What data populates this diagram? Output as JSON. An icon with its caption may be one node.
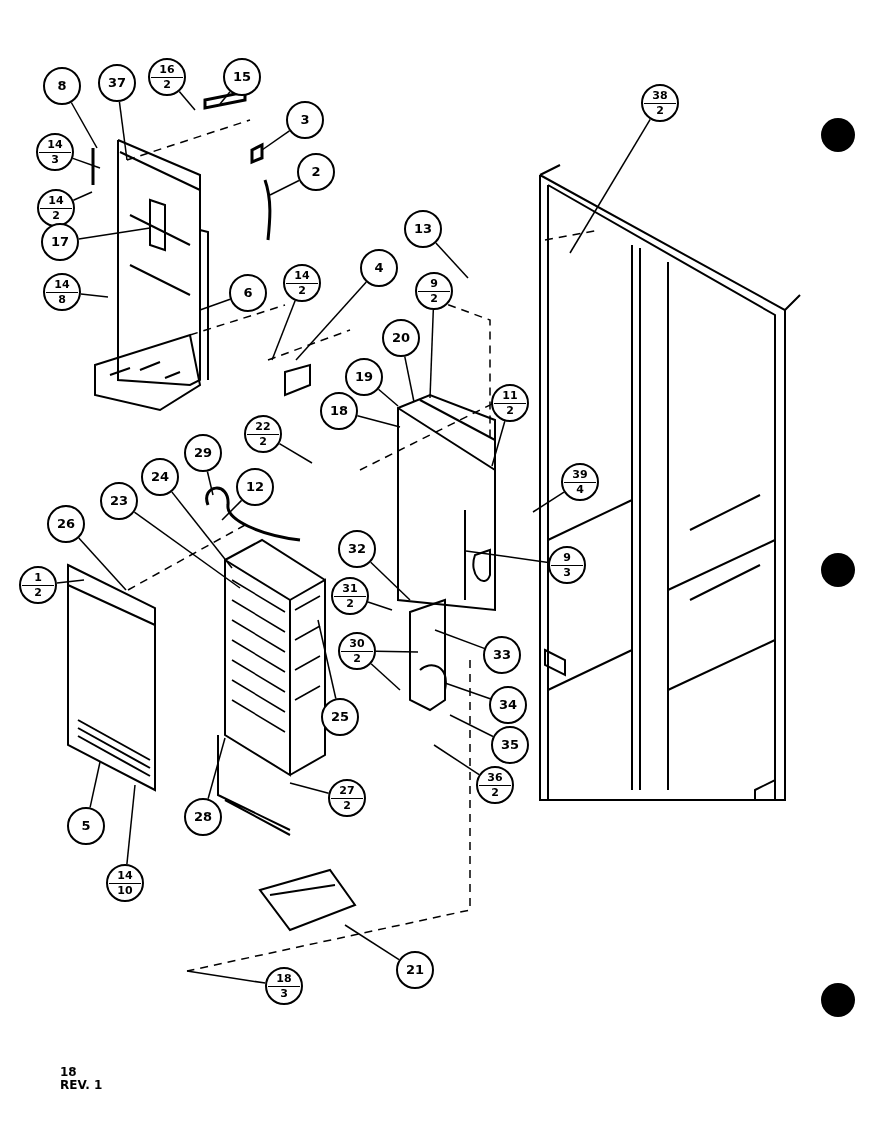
{
  "diagram": {
    "nodes": [
      {
        "text": [
          "8"
        ]
      },
      {
        "text": [
          "37"
        ]
      },
      {
        "text": [
          "16",
          "2"
        ]
      },
      {
        "text": [
          "15"
        ]
      },
      {
        "text": [
          "3"
        ]
      },
      {
        "text": [
          "14",
          "3"
        ]
      },
      {
        "text": [
          "2"
        ]
      },
      {
        "text": [
          "14",
          "2"
        ]
      },
      {
        "text": [
          "17"
        ]
      },
      {
        "text": [
          "14",
          "8"
        ]
      },
      {
        "text": [
          "6"
        ]
      },
      {
        "text": [
          "14",
          "2"
        ]
      },
      {
        "text": [
          "4"
        ]
      },
      {
        "text": [
          "22",
          "2"
        ]
      },
      {
        "text": [
          "38",
          "2"
        ]
      },
      {
        "text": [
          "13"
        ]
      },
      {
        "text": [
          "9",
          "2"
        ]
      },
      {
        "text": [
          "20"
        ]
      },
      {
        "text": [
          "19"
        ]
      },
      {
        "text": [
          "18"
        ]
      },
      {
        "text": [
          "11",
          "2"
        ]
      },
      {
        "text": [
          "39",
          "4"
        ]
      },
      {
        "text": [
          "29"
        ]
      },
      {
        "text": [
          "12"
        ]
      },
      {
        "text": [
          "24"
        ]
      },
      {
        "text": [
          "23"
        ]
      },
      {
        "text": [
          "26"
        ]
      },
      {
        "text": [
          "1",
          "2"
        ]
      },
      {
        "text": [
          "32"
        ]
      },
      {
        "text": [
          "31",
          "2"
        ]
      },
      {
        "text": [
          "9",
          "3"
        ]
      },
      {
        "text": [
          "33"
        ]
      },
      {
        "text": [
          "30",
          "2"
        ]
      },
      {
        "text": [
          "34"
        ]
      },
      {
        "text": [
          "35"
        ]
      },
      {
        "text": [
          "36",
          "2"
        ]
      },
      {
        "text": [
          "25"
        ]
      },
      {
        "text": [
          "27",
          "2"
        ]
      },
      {
        "text": [
          "28"
        ]
      },
      {
        "text": [
          "5"
        ]
      },
      {
        "text": [
          "14",
          "10"
        ]
      },
      {
        "text": [
          "21"
        ]
      },
      {
        "text": [
          "18",
          "3"
        ]
      }
    ],
    "edges": [
      {
        "from": 0,
        "to": null,
        "arrow": "none"
      },
      {
        "from": 1,
        "to": null,
        "arrow": "none"
      },
      {
        "from": 2,
        "to": null,
        "arrow": "none"
      },
      {
        "from": 3,
        "to": null,
        "arrow": "none"
      },
      {
        "from": 4,
        "to": null,
        "arrow": "none"
      },
      {
        "from": 5,
        "to": null,
        "arrow": "none"
      },
      {
        "from": 6,
        "to": null,
        "arrow": "none"
      },
      {
        "from": 7,
        "to": null,
        "arrow": "none"
      },
      {
        "from": 8,
        "to": null,
        "arrow": "none"
      },
      {
        "from": 9,
        "to": null,
        "arrow": "none"
      },
      {
        "from": 10,
        "to": null,
        "arrow": "none"
      },
      {
        "from": 11,
        "to": null,
        "arrow": "none"
      },
      {
        "from": 12,
        "to": null,
        "arrow": "none"
      },
      {
        "from": 13,
        "to": null,
        "arrow": "none"
      },
      {
        "from": 14,
        "to": null,
        "arrow": "none"
      },
      {
        "from": 15,
        "to": null,
        "arrow": "none"
      },
      {
        "from": 16,
        "to": null,
        "arrow": "none"
      },
      {
        "from": 17,
        "to": null,
        "arrow": "none"
      },
      {
        "from": 18,
        "to": null,
        "arrow": "none"
      },
      {
        "from": 19,
        "to": null,
        "arrow": "none"
      },
      {
        "from": 20,
        "to": null,
        "arrow": "none"
      },
      {
        "from": 21,
        "to": null,
        "arrow": "none"
      },
      {
        "from": 22,
        "to": null,
        "arrow": "none"
      },
      {
        "from": 23,
        "to": null,
        "arrow": "none"
      },
      {
        "from": 24,
        "to": null,
        "arrow": "none"
      },
      {
        "from": 25,
        "to": null,
        "arrow": "none"
      },
      {
        "from": 26,
        "to": null,
        "arrow": "none"
      },
      {
        "from": 27,
        "to": null,
        "arrow": "none"
      },
      {
        "from": 28,
        "to": null,
        "arrow": "none"
      },
      {
        "from": 29,
        "to": null,
        "arrow": "none"
      },
      {
        "from": 30,
        "to": null,
        "arrow": "none"
      },
      {
        "from": 31,
        "to": null,
        "arrow": "none"
      },
      {
        "from": 32,
        "to": null,
        "arrow": "none"
      },
      {
        "from": 32,
        "to": null,
        "arrow": "none"
      },
      {
        "from": 33,
        "to": null,
        "arrow": "none"
      },
      {
        "from": 34,
        "to": null,
        "arrow": "none"
      },
      {
        "from": 35,
        "to": null,
        "arrow": "none"
      },
      {
        "from": 36,
        "to": null,
        "arrow": "none"
      },
      {
        "from": 37,
        "to": null,
        "arrow": "none"
      },
      {
        "from": 38,
        "to": null,
        "arrow": "none"
      },
      {
        "from": 39,
        "to": null,
        "arrow": "none"
      },
      {
        "from": 40,
        "to": null,
        "arrow": "none"
      },
      {
        "from": 41,
        "to": null,
        "arrow": "none"
      },
      {
        "from": 42,
        "to": null,
        "arrow": "none"
      }
    ],
    "labels": [
      "18",
      "REV. 1"
    ]
  }
}
